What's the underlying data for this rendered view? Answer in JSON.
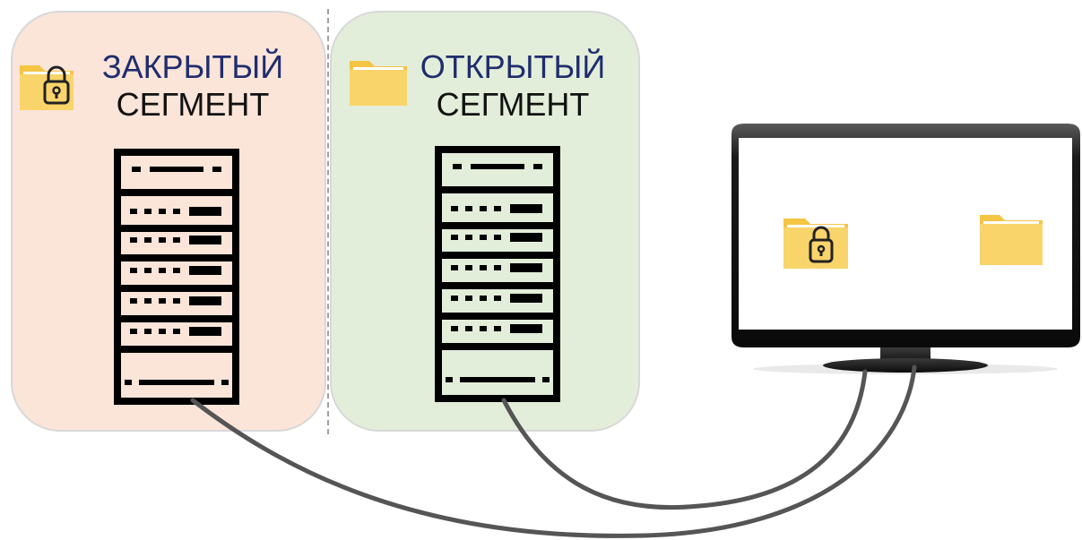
{
  "colors": {
    "closed_segment_bg": "#fbe4d8",
    "open_segment_bg": "#e3eeda",
    "title_accent": "#1f2d6e",
    "folder": "#f9d46a",
    "folder_dark": "#f4c443",
    "cable": "#555555"
  },
  "closed_segment": {
    "title_line1": "ЗАКРЫТЫЙ",
    "title_line2": "СЕГМЕНТ",
    "folder_icon": "locked-folder-icon",
    "server_icon": "server-rack-icon"
  },
  "open_segment": {
    "title_line1": "ОТКРЫТЫЙ",
    "title_line2": "СЕГМЕНТ",
    "folder_icon": "folder-icon",
    "server_icon": "server-rack-icon"
  },
  "monitor": {
    "icons": [
      "locked-folder-icon",
      "folder-icon"
    ]
  }
}
